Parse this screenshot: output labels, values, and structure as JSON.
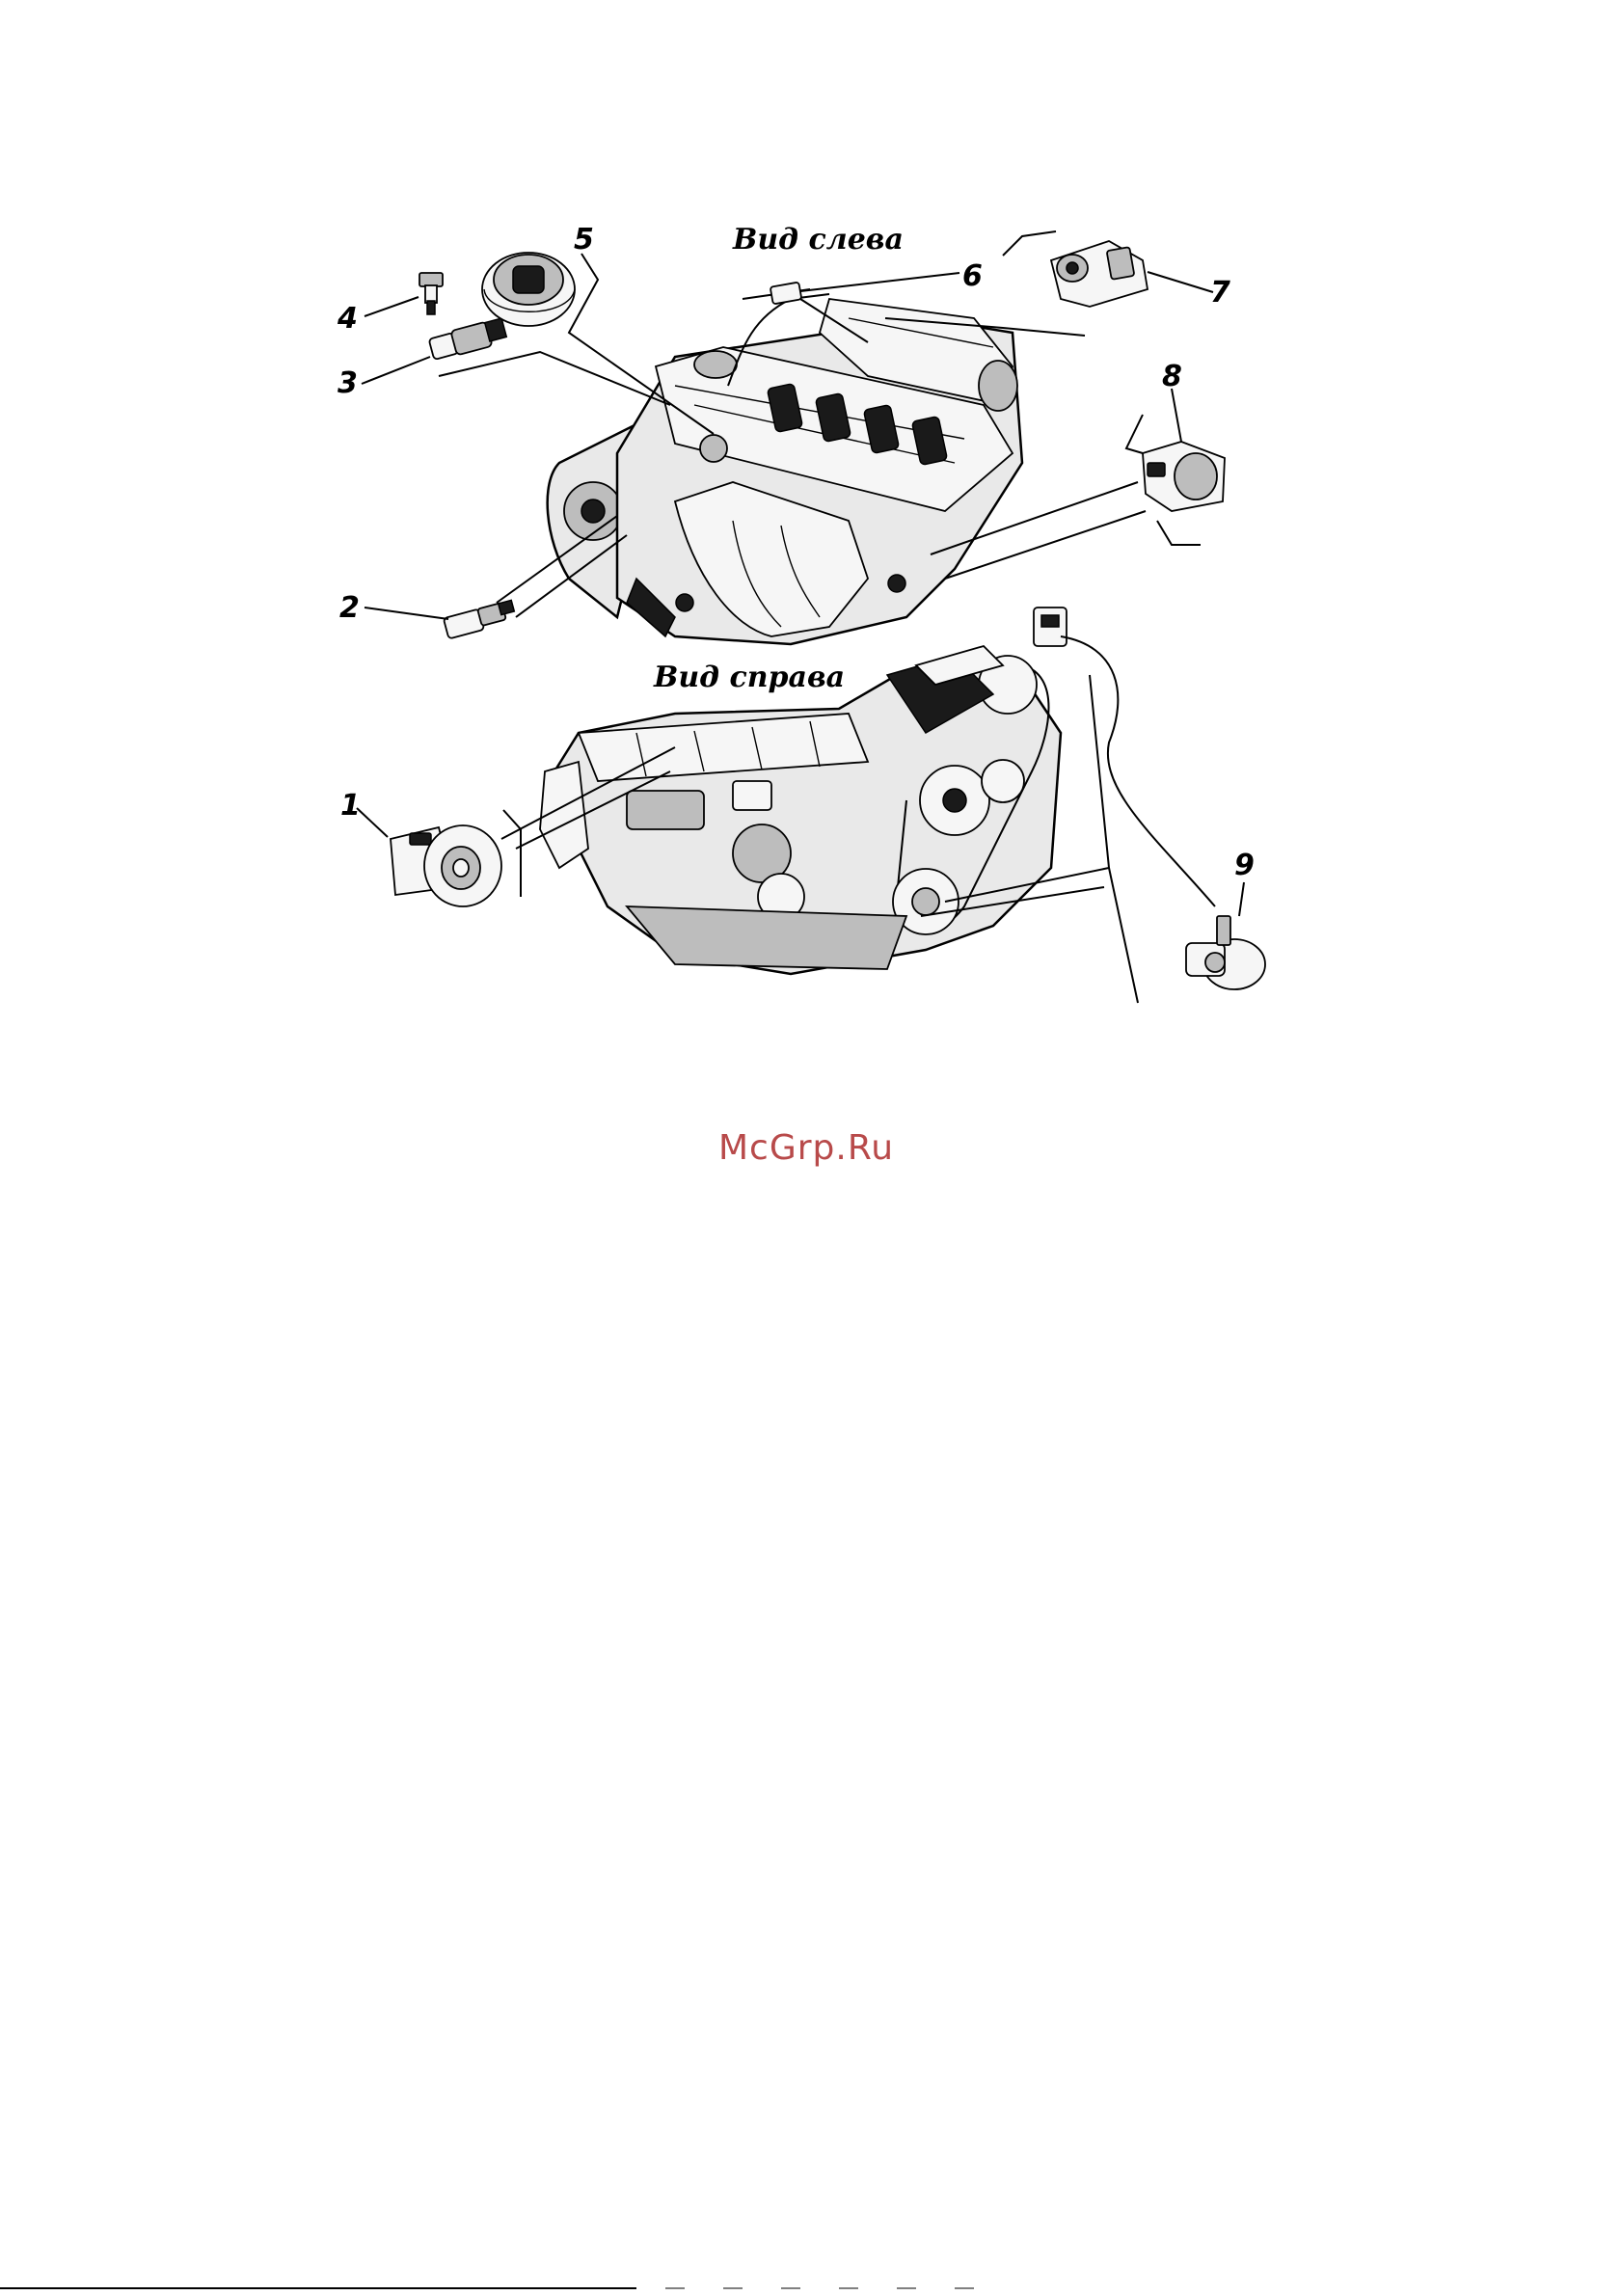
{
  "figure": {
    "view_left_title": "Вид слева",
    "view_right_title": "Вид справа",
    "callouts": [
      {
        "id": "1",
        "label": "1"
      },
      {
        "id": "2",
        "label": "2"
      },
      {
        "id": "3",
        "label": "3"
      },
      {
        "id": "4",
        "label": "4"
      },
      {
        "id": "5",
        "label": "5"
      },
      {
        "id": "6",
        "label": "6"
      },
      {
        "id": "7",
        "label": "7"
      },
      {
        "id": "8",
        "label": "8"
      },
      {
        "id": "9",
        "label": "9"
      }
    ]
  },
  "watermark": {
    "text": "McGrp.Ru",
    "color": "#b84a4a"
  }
}
